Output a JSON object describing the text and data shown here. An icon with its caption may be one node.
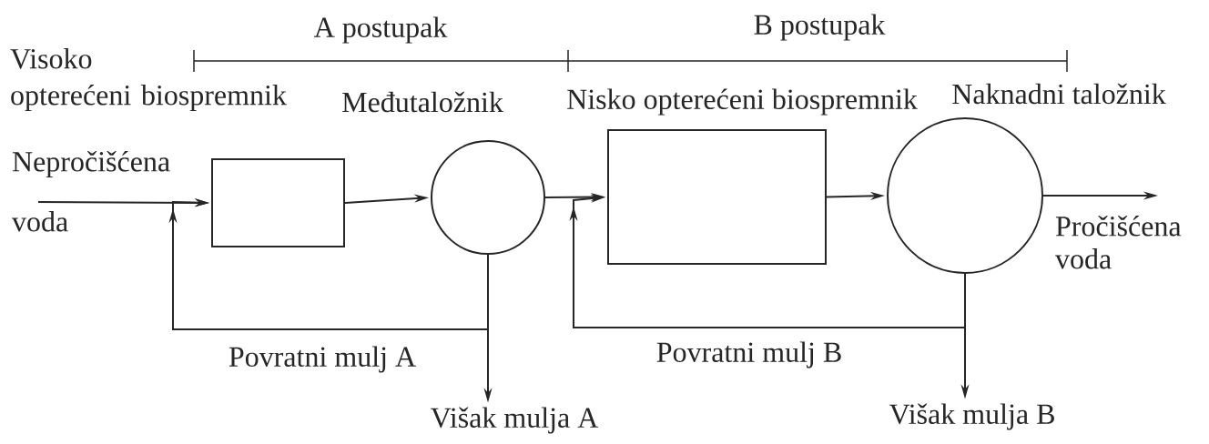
{
  "diagram": {
    "nodes": [
      {
        "text": [
          "Nepročišćena voda"
        ]
      },
      {
        "text": [
          "Visoko opterećeni biospremnik"
        ]
      },
      {
        "text": [
          "Međutaložnik"
        ]
      },
      {
        "text": [
          "Nisko opterećeni biospremnik"
        ]
      },
      {
        "text": [
          "Naknadni taložnik"
        ]
      },
      {
        "text": [
          "Pročišćena voda"
        ]
      },
      {
        "text": [
          "Višak mulja A"
        ]
      },
      {
        "text": [
          "Višak mulja B"
        ]
      }
    ],
    "edges": [
      {
        "from": 0,
        "to": 1,
        "arrow": "to"
      },
      {
        "from": 1,
        "to": 2,
        "arrow": "to"
      },
      {
        "from": 2,
        "to": 3,
        "arrow": "to"
      },
      {
        "from": 3,
        "to": 4,
        "arrow": "to"
      },
      {
        "from": 4,
        "to": 5,
        "arrow": "to"
      },
      {
        "from": 2,
        "to": 1,
        "arrow": "to",
        "label": "Povratni mulj A"
      },
      {
        "from": 2,
        "to": 6,
        "arrow": "to"
      },
      {
        "from": 4,
        "to": 3,
        "arrow": "to",
        "label": "Povratni mulj B"
      },
      {
        "from": 4,
        "to": 7,
        "arrow": "to"
      }
    ],
    "labels": [
      "A postupak",
      "B postupak"
    ]
  }
}
